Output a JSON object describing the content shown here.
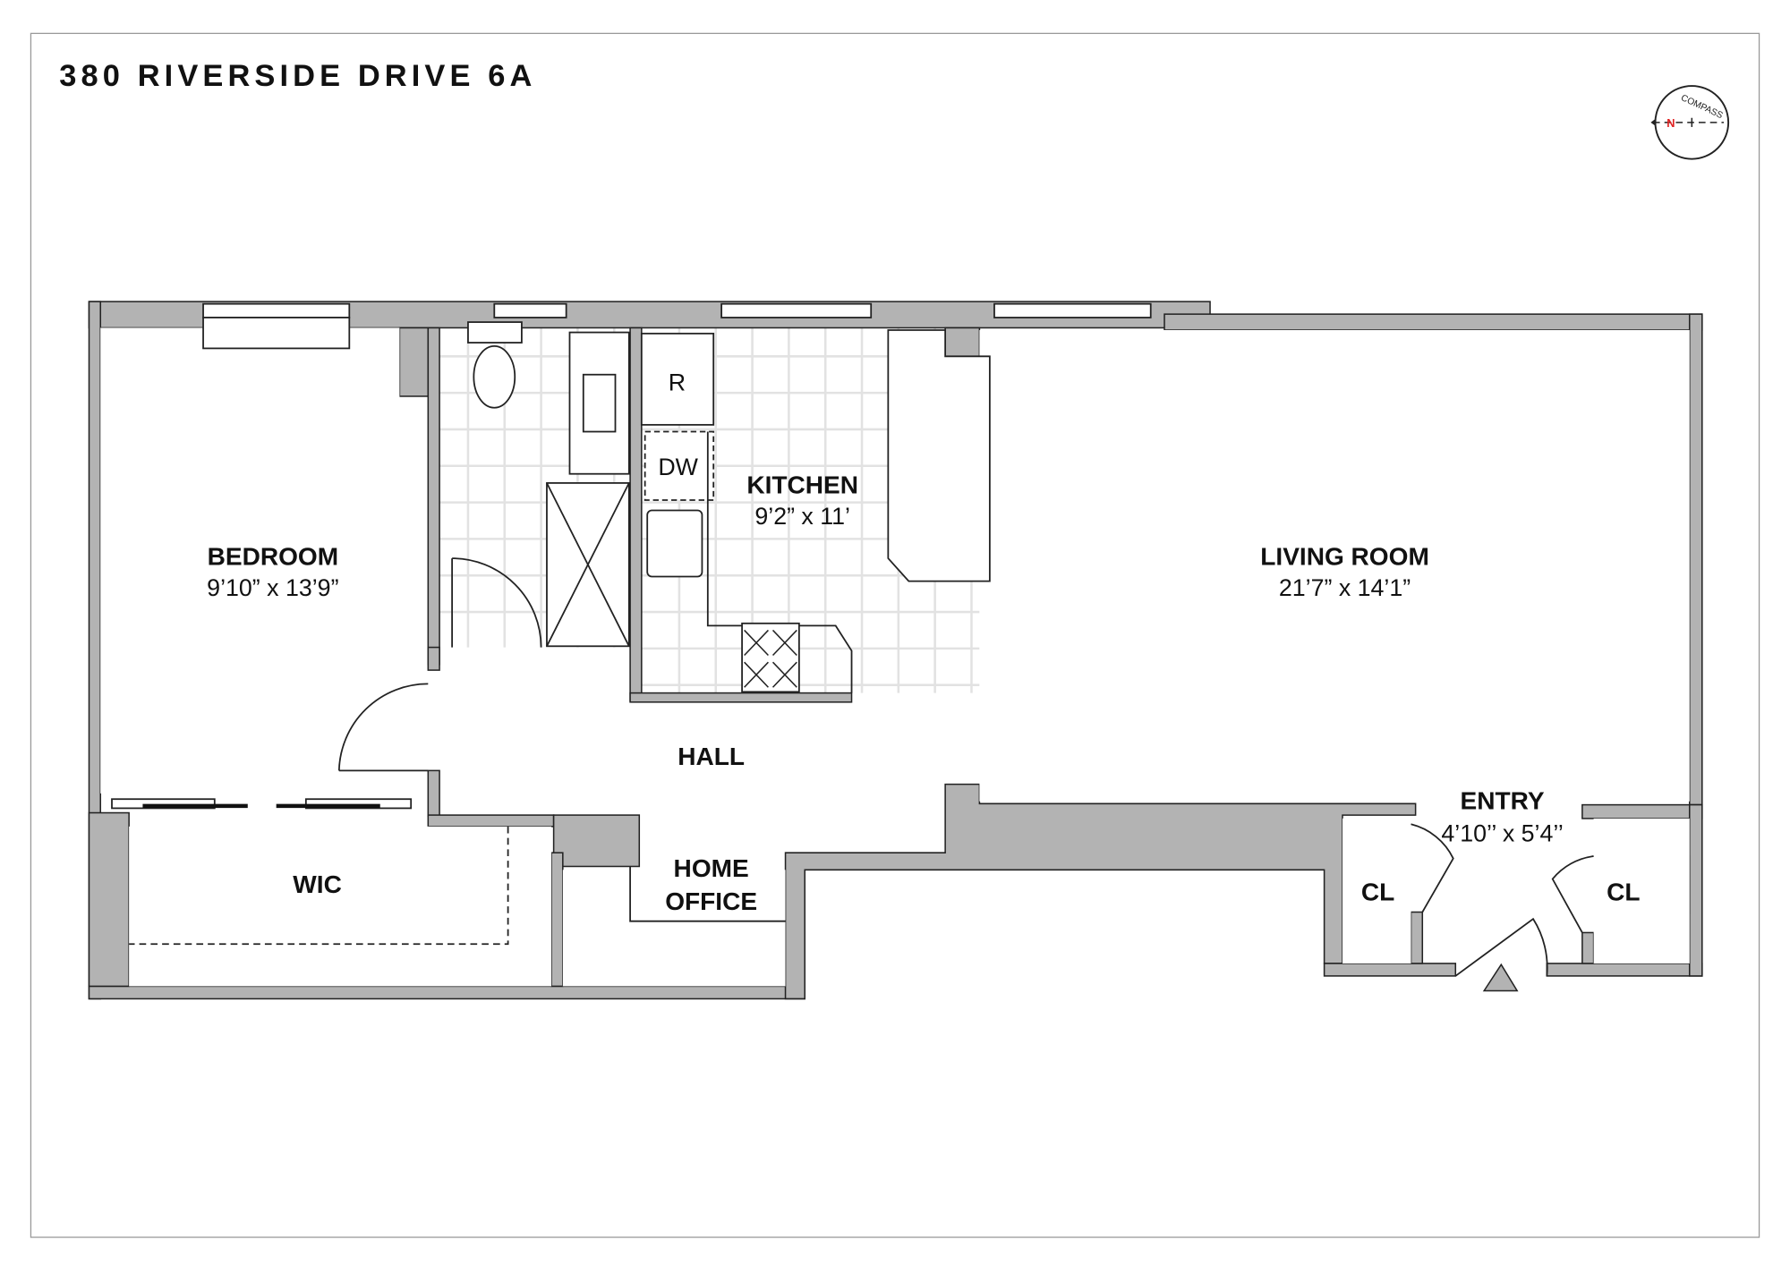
{
  "title": "380 RIVERSIDE DRIVE 6A",
  "compass": {
    "label": "COMPASS",
    "north": "N",
    "north_color": "#e02020"
  },
  "colors": {
    "wall": "#b3b3b3",
    "tile": "#e2e2e2"
  },
  "rooms": {
    "bedroom": {
      "name": "BEDROOM",
      "dims": "9’10” x 13’9”"
    },
    "kitchen": {
      "name": "KITCHEN",
      "dims": "9’2” x 11’"
    },
    "living": {
      "name": "LIVING ROOM",
      "dims": "21’7” x 14’1”"
    },
    "hall": {
      "name": "HALL"
    },
    "wic": {
      "name": "WIC"
    },
    "office": {
      "name1": "HOME",
      "name2": "OFFICE"
    },
    "entry": {
      "name": "ENTRY",
      "dims": "4’10’’ x 5’4’’"
    },
    "closet_left": {
      "name": "CL"
    },
    "closet_right": {
      "name": "CL"
    }
  },
  "appliances": {
    "fridge": "R",
    "dishwasher": "DW"
  }
}
